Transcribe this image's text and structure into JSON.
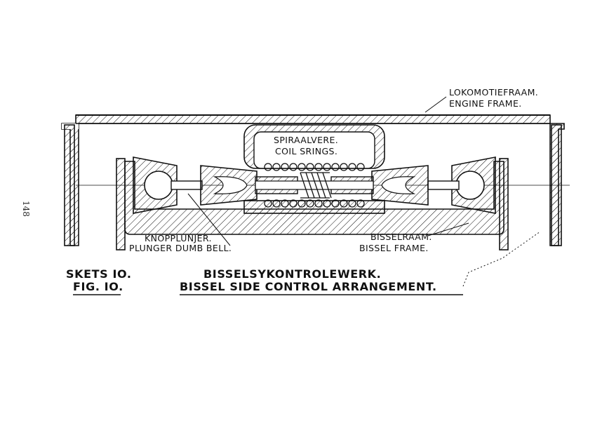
{
  "page_number": "148",
  "labels": {
    "engine_frame_af": "LOKOMOTIEFRAAM.",
    "engine_frame_en": "ENGINE  FRAME.",
    "coil_springs_af": "SPIRAALVERE.",
    "coil_springs_en": "COIL  SRINGS.",
    "plunger_af": "KNOPPLUNJER.",
    "plunger_en": "PLUNGER DUMB BELL.",
    "bissel_frame_af": "BISSELRAAM.",
    "bissel_frame_en": "BISSEL  FRAME."
  },
  "caption": {
    "fig_af": "SKETS  IO.",
    "fig_en": "FIG.  IO.",
    "title_af": "BISSELSYKONTROLEWERK.",
    "title_en": "BISSEL  SIDE  CONTROL  ARRANGEMENT."
  },
  "colors": {
    "ink": "#111111",
    "paper": "#ffffff"
  }
}
